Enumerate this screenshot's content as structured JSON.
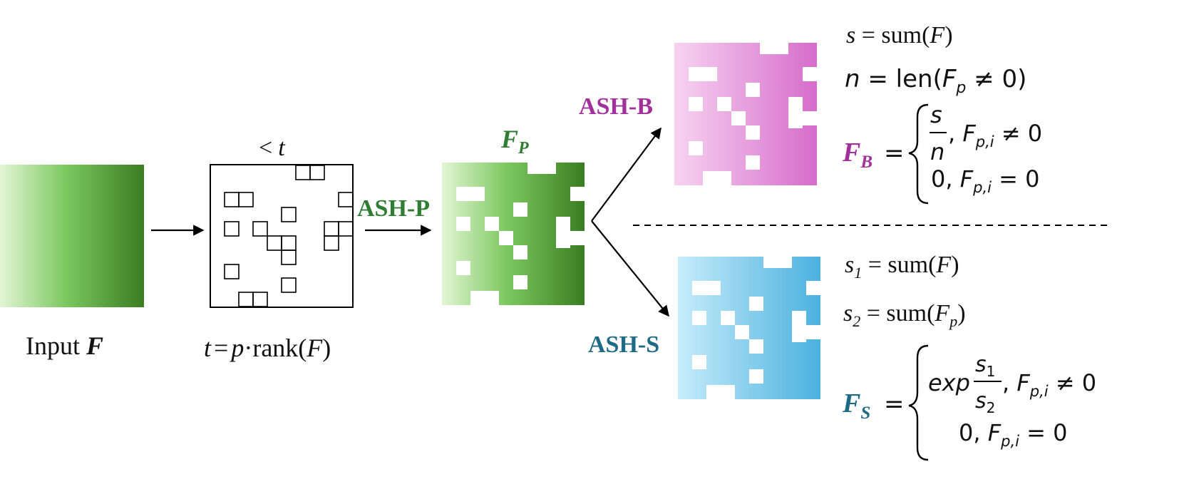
{
  "colors": {
    "green_light": "#e3f5d6",
    "green_mid": "#7dc960",
    "green_dark": "#3a7d22",
    "green_label": "#2e7d32",
    "pink_light": "#f7d3f1",
    "pink_dark": "#d66ccb",
    "pink_label": "#a1309a",
    "blue_light": "#c6ecfa",
    "blue_dark": "#4bb1df",
    "blue_label": "#1f6a86"
  },
  "input": {
    "label_prefix": "Input ",
    "label_var": "F"
  },
  "threshold": {
    "top_symbol": "<",
    "top_var": "t",
    "formula": {
      "t": "t",
      "eq": "=",
      "p": "p",
      "dot": "·",
      "rank": "rank(",
      "F": "F",
      "close": ")"
    }
  },
  "ash_p": {
    "label": "ASH-P",
    "out_var": "F",
    "out_sub": "P"
  },
  "ash_b": {
    "label": "ASH-B",
    "eq1": {
      "lhs": "s",
      "rhs_pre": " = sum(",
      "var": "F",
      "rhs_post": ")"
    },
    "eq2": {
      "lhs": "n",
      "rhs_pre": " = len(",
      "var": "F",
      "sub": "p",
      "rhs_post": " ≠ 0)"
    },
    "result": {
      "var": "F",
      "sub": "B",
      "eq": "=",
      "frac_num": "s",
      "frac_den": "n",
      "case1_cond_pre": ", ",
      "case1_cond_var": "F",
      "case1_cond_sub": "p,i",
      "case1_cond_post": " ≠ 0",
      "case2_val": "0, ",
      "case2_cond_var": "F",
      "case2_cond_sub": "p,i",
      "case2_cond_post": " = 0"
    }
  },
  "ash_s": {
    "label": "ASH-S",
    "eq1": {
      "lhs": "s",
      "lhs_sub": "1",
      "rhs_pre": " = sum(",
      "var": "F",
      "rhs_post": ")"
    },
    "eq2": {
      "lhs": "s",
      "lhs_sub": "2",
      "rhs_pre": " = sum(",
      "var": "F",
      "sub": "p",
      "rhs_post": ")"
    },
    "result": {
      "var": "F",
      "sub": "S",
      "eq": "=",
      "exp": "exp",
      "frac_num": "s",
      "frac_num_sub": "1",
      "frac_den": "s",
      "frac_den_sub": "2",
      "case1_cond_pre": ", ",
      "case1_cond_var": "F",
      "case1_cond_sub": "p,i",
      "case1_cond_post": " ≠ 0",
      "case2_val": "0, ",
      "case2_cond_var": "F",
      "case2_cond_sub": "p,i",
      "case2_cond_post": " = 0"
    }
  }
}
